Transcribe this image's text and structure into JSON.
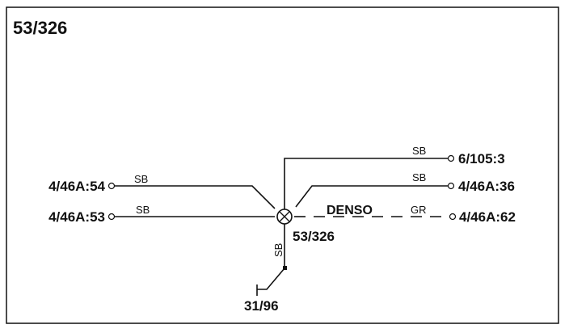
{
  "diagram": {
    "title": "53/326",
    "component_label": "53/326",
    "ground_label": "31/96",
    "terminals": {
      "t1": "6/105:3",
      "t2": "4/46A:36",
      "t3": "4/46A:62",
      "t4": "4/46A:54",
      "t5": "4/46A:53"
    },
    "wire_colors": {
      "w1": "SB",
      "w2": "SB",
      "w3": "GR",
      "w4": "SB",
      "w5": "SB",
      "w6": "SB"
    },
    "shielded_label": "DENSO"
  }
}
